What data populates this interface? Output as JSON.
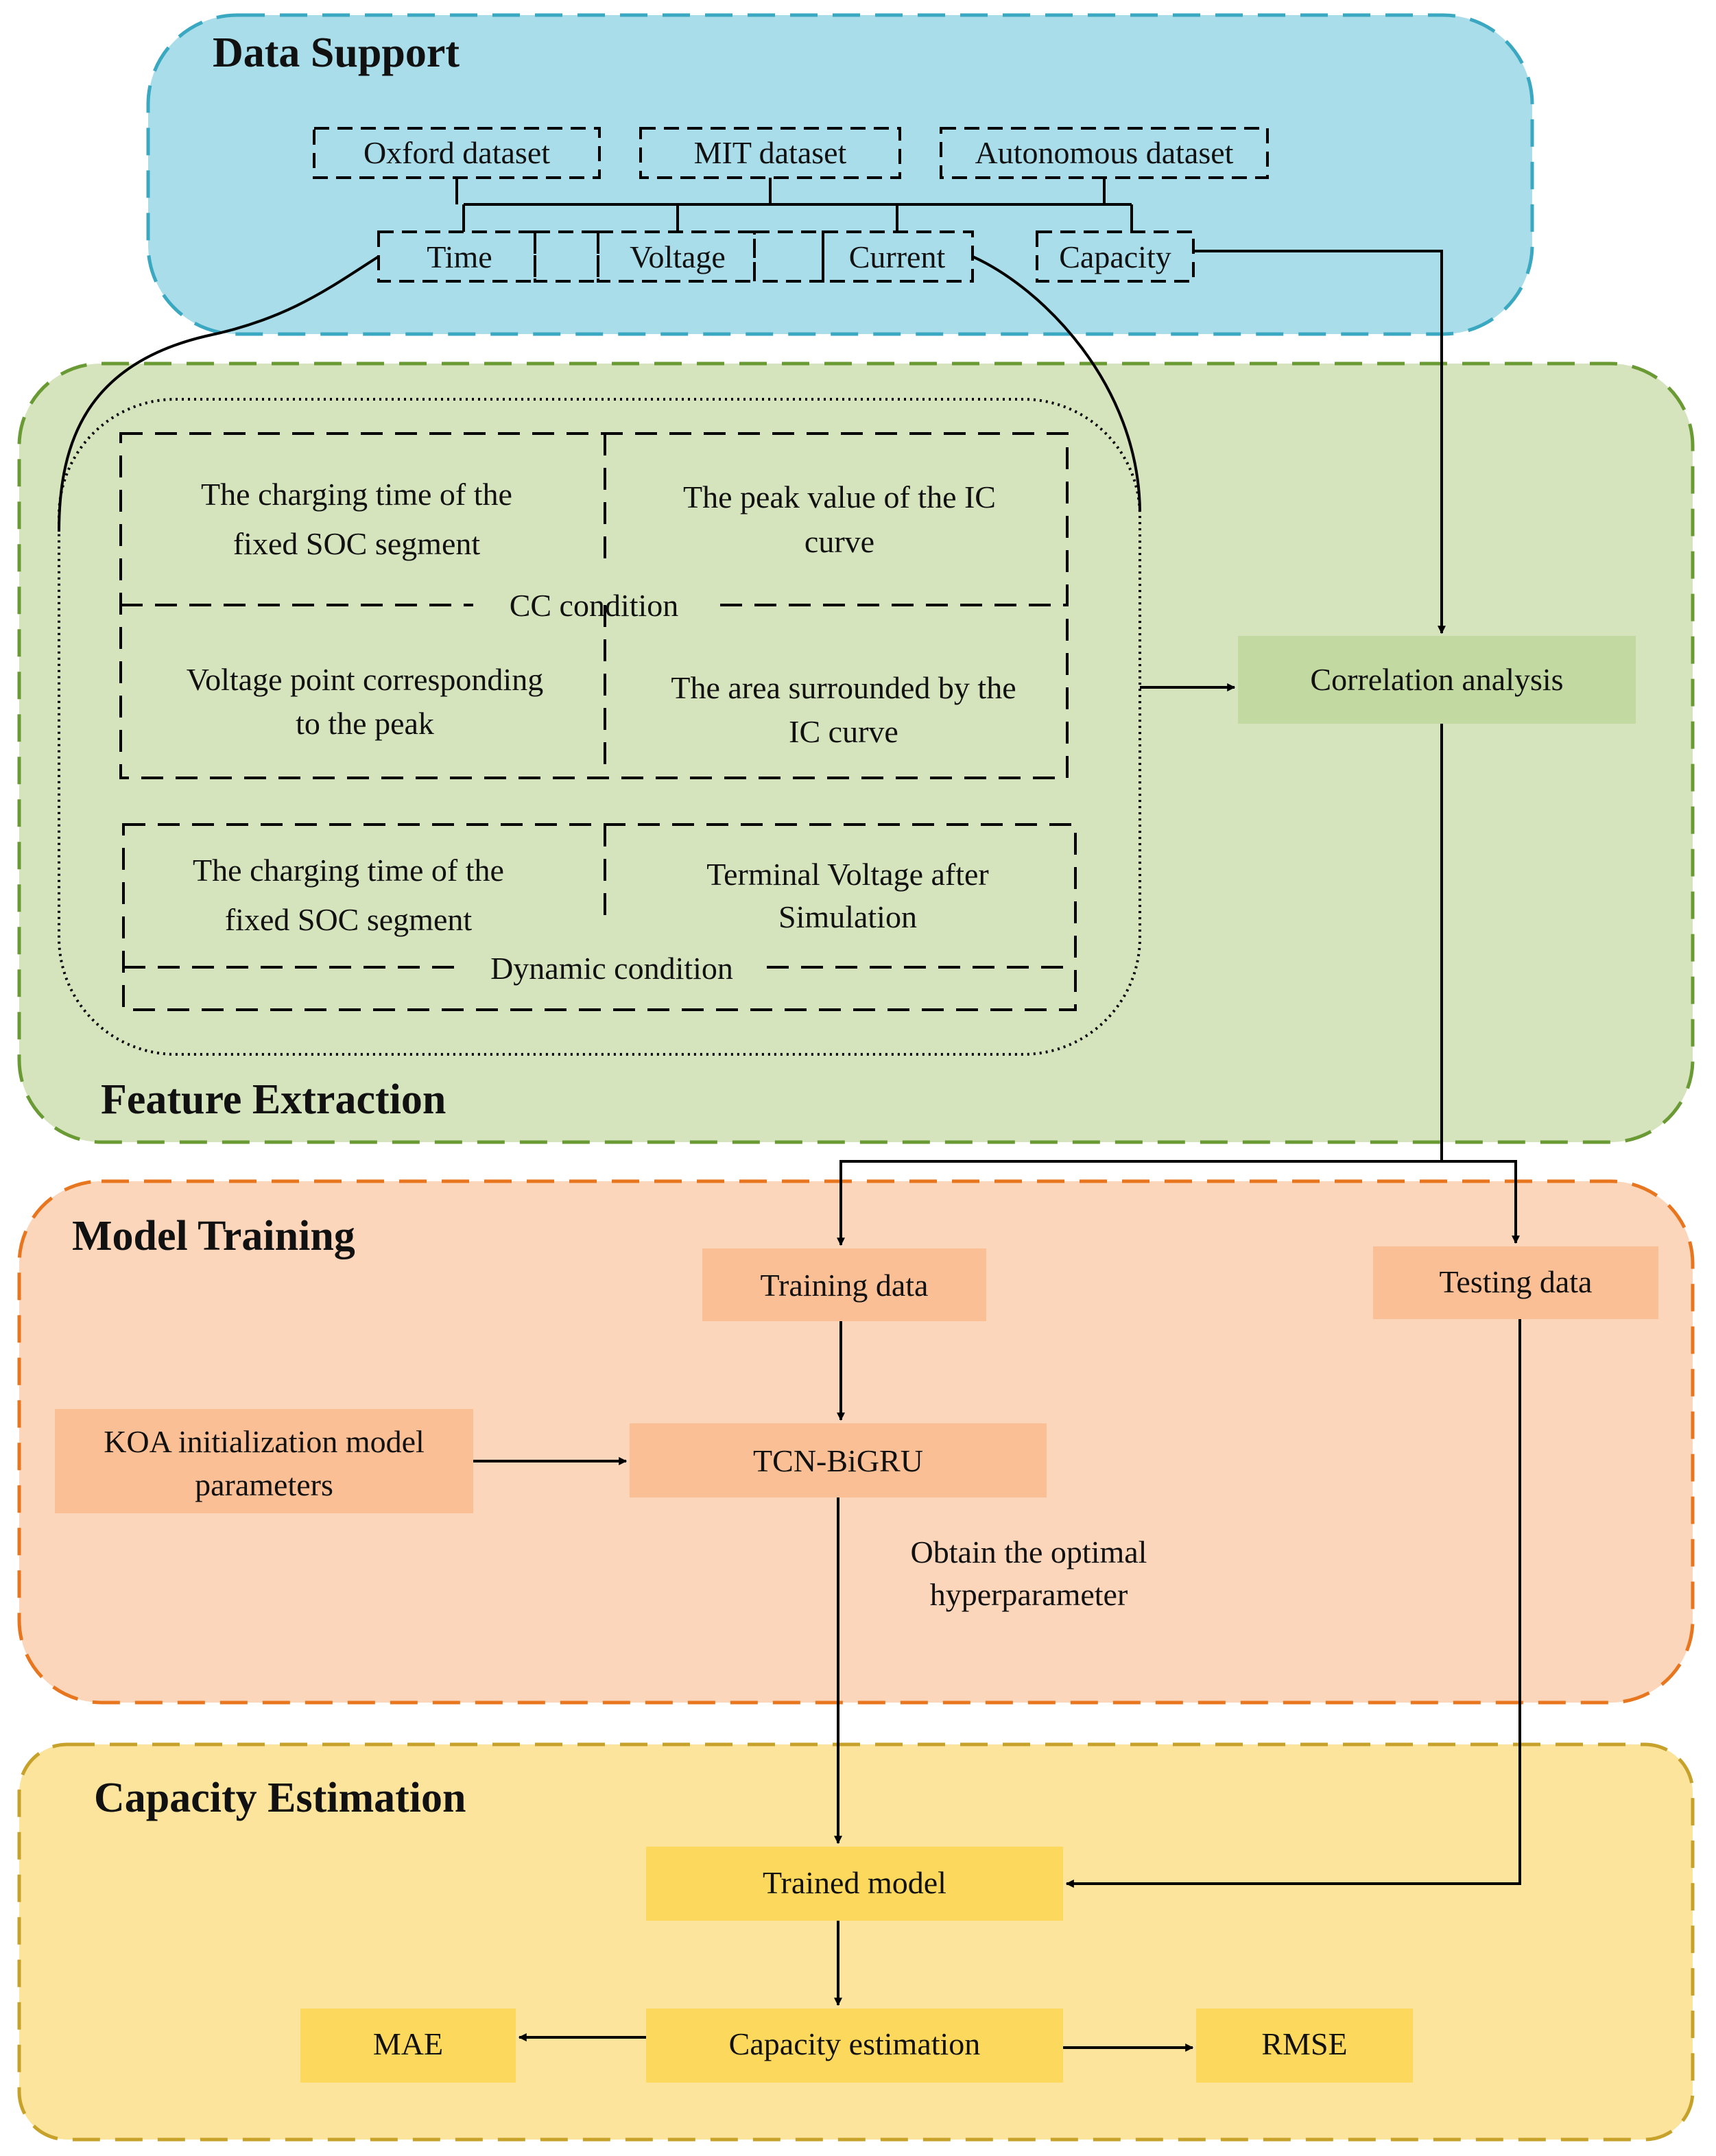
{
  "colors": {
    "data_support_fill": "#a9dde9",
    "data_support_border": "#3aa8c1",
    "feature_fill": "#d6e4be",
    "feature_border": "#6a9a34",
    "feature_box": "#c2d9a1",
    "model_fill": "#fcd6bb",
    "model_border": "#e8761f",
    "model_box": "#fbbf96",
    "capacity_fill": "#fce49c",
    "capacity_border": "#c7a22b",
    "capacity_box": "#fcd85c"
  },
  "sections": {
    "data_support": "Data Support",
    "feature_extraction": "Feature Extraction",
    "model_training": "Model Training",
    "capacity_estimation": "Capacity Estimation"
  },
  "datasets": [
    "Oxford dataset",
    "MIT dataset",
    "Autonomous dataset"
  ],
  "signals": [
    "Time",
    "Voltage",
    "Current",
    "Capacity"
  ],
  "features": {
    "cc": {
      "time_l1": "The charging time of the",
      "time_l2": "fixed SOC segment",
      "peak_l1": "The peak value of the IC",
      "peak_l2": "curve",
      "condition": "CC condition",
      "vpeak_l1": "Voltage point corresponding",
      "vpeak_l2": "to the peak",
      "area_l1": "The area surrounded by the",
      "area_l2": "IC curve"
    },
    "dynamic": {
      "time_l1": "The charging time of the",
      "time_l2": "fixed SOC segment",
      "tv_l1": "Terminal Voltage after",
      "tv_l2": "Simulation",
      "condition": "Dynamic condition"
    }
  },
  "correlation": "Correlation analysis",
  "training_data": "Training data",
  "testing_data": "Testing data",
  "koa_l1": "KOA initialization model",
  "koa_l2": "parameters",
  "tcn": "TCN-BiGRU",
  "opt_l1": "Obtain the optimal",
  "opt_l2": "hyperparameter",
  "trained_model": "Trained model",
  "capacity_est": "Capacity estimation",
  "mae": "MAE",
  "rmse": "RMSE"
}
